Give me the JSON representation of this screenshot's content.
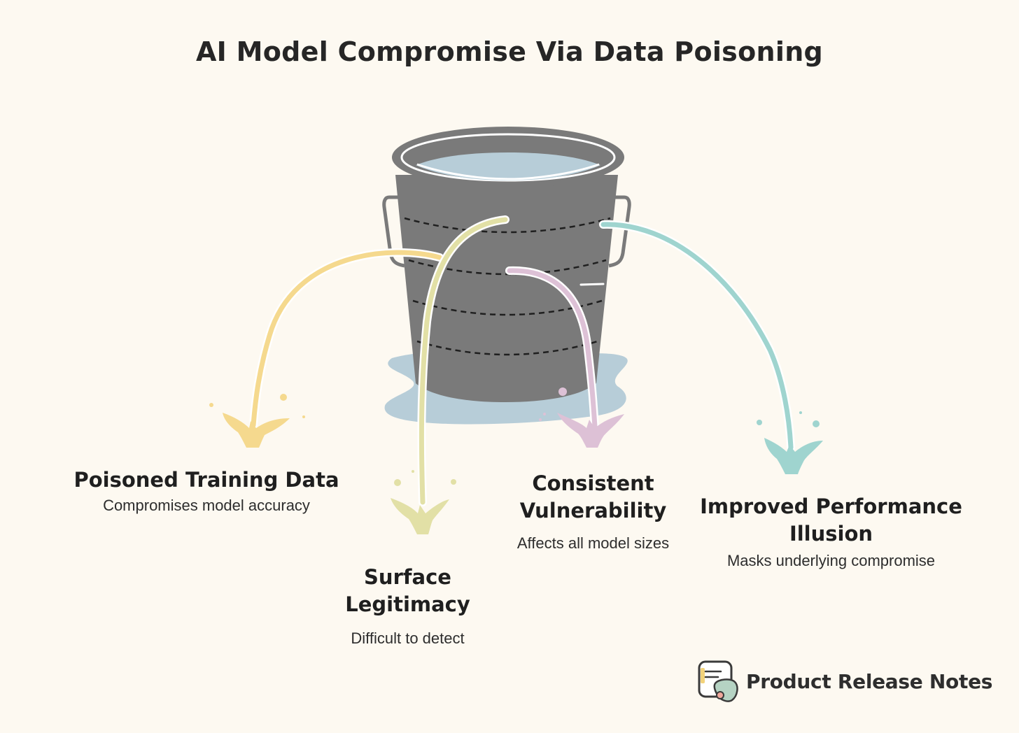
{
  "title": "AI Model Compromise Via Data Poisoning",
  "colors": {
    "background": "#fdf9f1",
    "bucket": "#7a7a7a",
    "water": "#b7cdd8",
    "stream_yellow": "#f5d98e",
    "stream_olive": "#e2e0a6",
    "stream_pink": "#ddc1d6",
    "stream_teal": "#9fd4cf"
  },
  "items": [
    {
      "heading": "Poisoned Training Data",
      "description": "Compromises model accuracy"
    },
    {
      "heading": "Surface Legitimacy",
      "description": "Difficult to detect"
    },
    {
      "heading": "Consistent Vulnerability",
      "description": "Affects all model sizes"
    },
    {
      "heading": "Improved Performance Illusion",
      "description": "Masks underlying compromise"
    }
  ],
  "brand": {
    "name": "Product Release Notes",
    "icon": "notes-logo-icon"
  }
}
